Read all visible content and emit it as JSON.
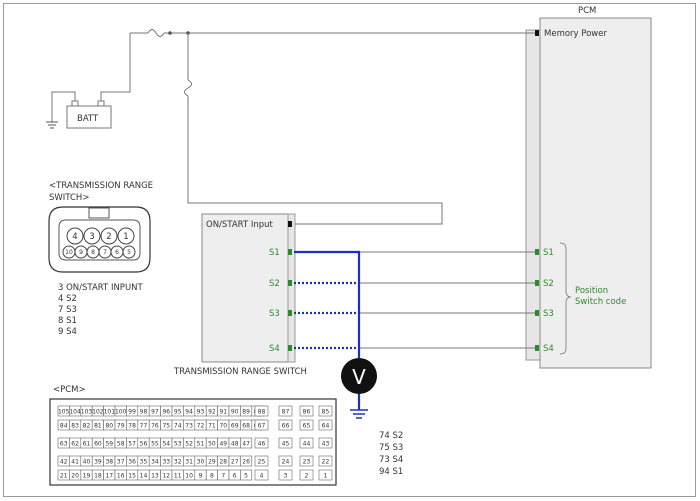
{
  "pcm": {
    "title": "PCM",
    "memory_power": "Memory Power",
    "pins": [
      "S1",
      "S2",
      "S3",
      "S4"
    ],
    "position_label_line1": "Position",
    "position_label_line2": "Switch code"
  },
  "battery": {
    "label": "BATT"
  },
  "trs": {
    "on_start_input": "ON/START Input",
    "pins": [
      "S1",
      "S2",
      "S3",
      "S4"
    ],
    "caption": "TRANSMISSION RANGE SWITCH"
  },
  "meter": {
    "symbol": "V"
  },
  "connector_trs": {
    "title_line1": "<TRANSMISSION RANGE",
    "title_line2": "SWITCH>",
    "top_pins": [
      "4",
      "3",
      "2",
      "1"
    ],
    "bottom_pins": [
      "10",
      "9",
      "8",
      "7",
      "6",
      "5"
    ],
    "pinout": [
      "3  ON/START INPUNT",
      "4  S2",
      "7  S3",
      "8  S1",
      "9  S4"
    ]
  },
  "connector_pcm": {
    "title": "<PCM>",
    "rows": [
      [
        "105",
        "104",
        "103",
        "102",
        "101",
        "100",
        "99",
        "98",
        "97",
        "96",
        "95",
        "94",
        "93",
        "92",
        "91",
        "90",
        "89",
        "88"
      ],
      [
        "84",
        "83",
        "82",
        "81",
        "80",
        "79",
        "78",
        "77",
        "76",
        "75",
        "74",
        "73",
        "72",
        "71",
        "70",
        "69",
        "68",
        "67"
      ],
      [
        "63",
        "62",
        "61",
        "60",
        "59",
        "58",
        "57",
        "56",
        "55",
        "54",
        "53",
        "52",
        "51",
        "50",
        "49",
        "48",
        "47"
      ],
      [
        "42",
        "41",
        "40",
        "39",
        "38",
        "37",
        "36",
        "35",
        "34",
        "33",
        "32",
        "31",
        "30",
        "29",
        "28",
        "27",
        "26"
      ],
      [
        "21",
        "20",
        "19",
        "18",
        "17",
        "16",
        "15",
        "14",
        "13",
        "12",
        "11",
        "10",
        "9",
        "8",
        "7",
        "6",
        "5"
      ]
    ],
    "right_rows": [
      [
        "88",
        "87",
        "86",
        "85"
      ],
      [
        "67",
        "66",
        "65",
        "64"
      ],
      [
        "46",
        "45",
        "44",
        "43"
      ],
      [
        "25",
        "24",
        "23",
        "22"
      ],
      [
        "4",
        "3",
        "2",
        "1"
      ]
    ],
    "pinout": [
      "74  S2",
      "75  S3",
      "73  S4",
      "94  S1"
    ]
  }
}
